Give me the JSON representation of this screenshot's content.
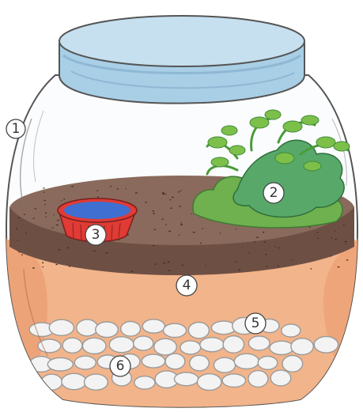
{
  "labels": [
    {
      "id": "1",
      "text": "1"
    },
    {
      "id": "2",
      "text": "2"
    },
    {
      "id": "3",
      "text": "3"
    },
    {
      "id": "4",
      "text": "4"
    },
    {
      "id": "5",
      "text": "5"
    },
    {
      "id": "6",
      "text": "6"
    }
  ],
  "colors": {
    "lid": "#a9cfe6",
    "lid_rim": "#8fb8d4",
    "glass_outline": "#555555",
    "soil_top": "#8a6a5c",
    "soil_side": "#6e4f43",
    "sand": "#f2b48a",
    "sand_dark": "#e9956a",
    "pebble": "#f3f3f3",
    "pebble_shadow": "#9a9a9a",
    "plant": "#7cc04a",
    "plant_dark": "#3f8a3a",
    "moss": "#5fa96b",
    "dish": "#e03b35",
    "water": "#3f6fd0"
  }
}
